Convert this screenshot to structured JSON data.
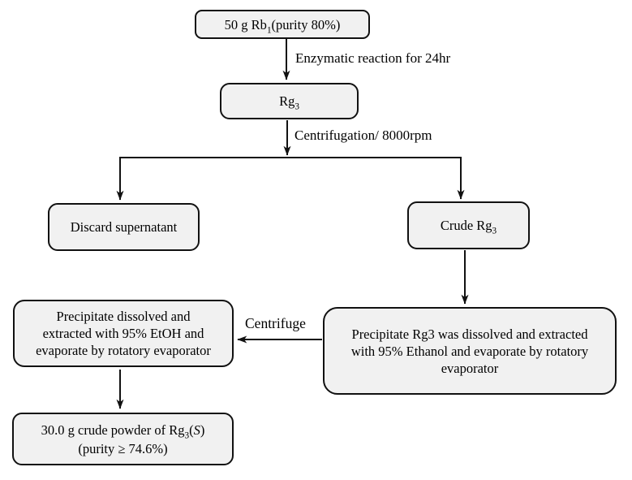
{
  "colors": {
    "box_fill": "#f1f1f1",
    "box_border": "#111111",
    "arrow": "#111111",
    "background": "#ffffff",
    "text": "#000000"
  },
  "nodes": {
    "source": {
      "pre": "50 g Rb",
      "sub": "1",
      "post": "(purity 80%)"
    },
    "rg3": {
      "pre": "Rg",
      "sub": "3"
    },
    "discard": {
      "label": "Discard supernatant"
    },
    "crude": {
      "pre": "Crude Rg",
      "sub": "3"
    },
    "right_process": {
      "lines": [
        "Precipitate Rg3 was dissolved and extracted",
        "with 95% Ethanol and evaporate by rotatory",
        "evaporator"
      ]
    },
    "left_process": {
      "lines": [
        "Precipitate dissolved and",
        "extracted with 95% EtOH and",
        "evaporate by rotatory evaporator"
      ]
    },
    "final": {
      "line1_pre": "30.0 g crude powder of Rg",
      "line1_sub": "3",
      "line1_open": "(",
      "line1_var": "S",
      "line1_close": ")",
      "line2": "(purity ≥ 74.6%)"
    }
  },
  "edge_labels": {
    "enzymatic": "Enzymatic reaction for 24hr",
    "centrifugation": "Centrifugation/ 8000rpm",
    "centrifuge": "Centrifuge"
  }
}
